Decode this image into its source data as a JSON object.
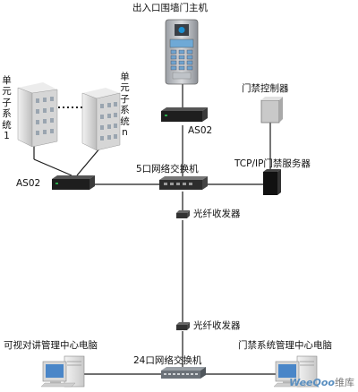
{
  "labels": {
    "entry_station": "出入口围墙门主机",
    "as02_top": "AS02",
    "as02_left": "AS02",
    "access_controller": "门禁控制器",
    "switch5": "5口网络交换机",
    "access_server": "TCP/IP门禁服务器",
    "transceiver_top": "光纤收发器",
    "transceiver_bottom": "光纤收发器",
    "vic_pc": "可视对讲管理中心电脑",
    "acs_pc": "门禁系统管理中心电脑",
    "switch24": "24口网络交换机",
    "unit_1": "单元子系统1",
    "unit_n": "单元子系统n",
    "ellipsis": "......"
  },
  "watermark": {
    "part1": "WeeQoo",
    "part2": "维库"
  },
  "colors": {
    "line": "#1a1a1a",
    "device_dark": "#222222",
    "building": "#dcdcdc"
  }
}
